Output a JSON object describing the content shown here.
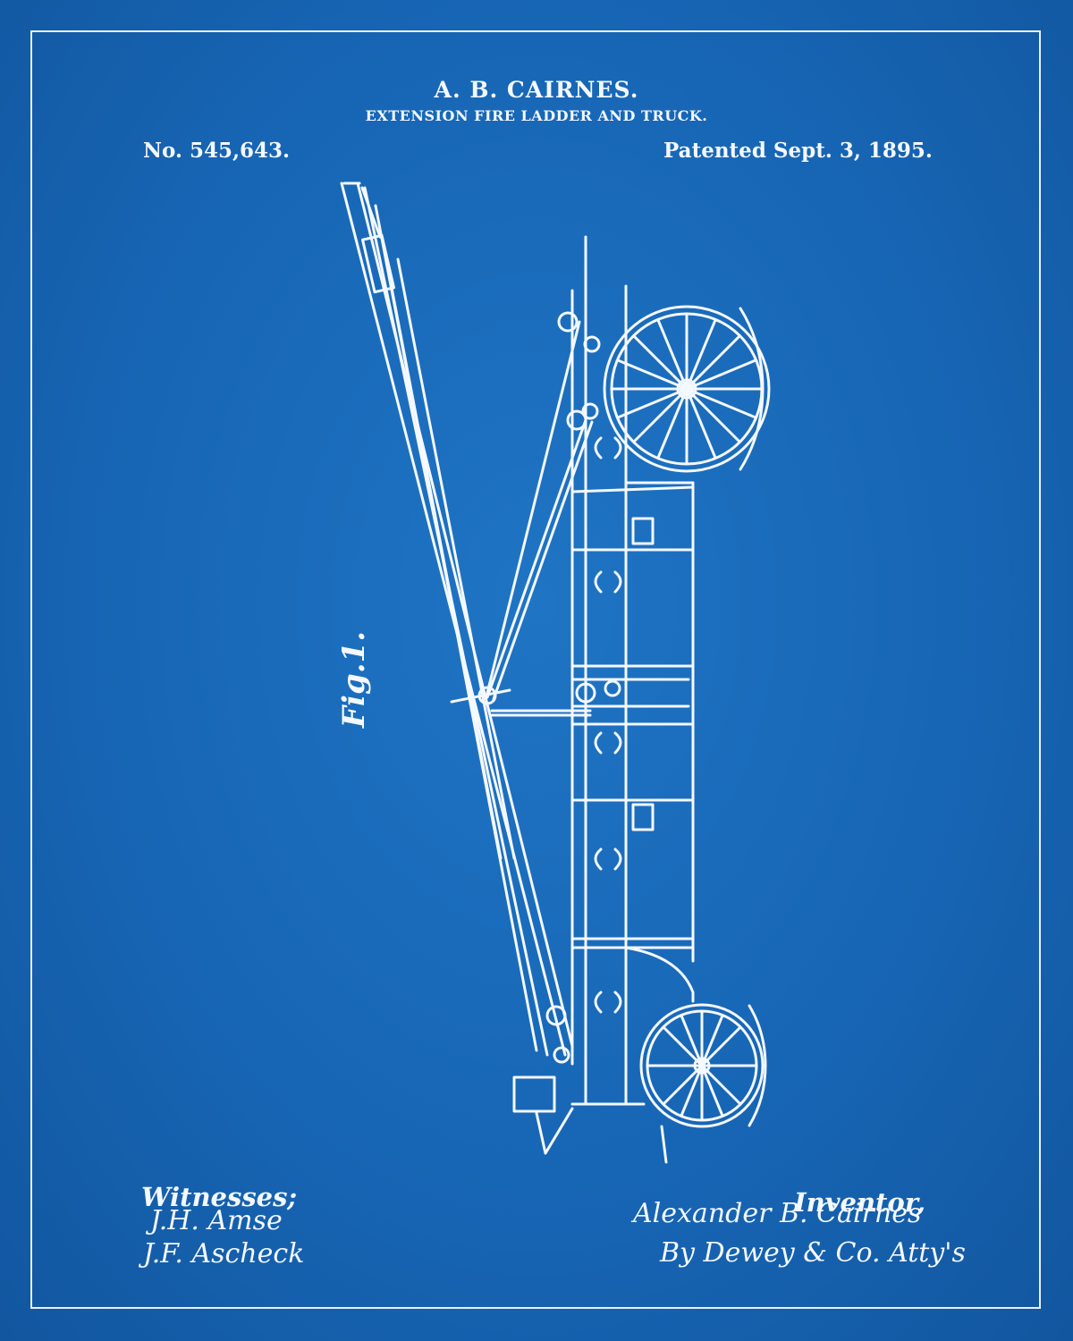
{
  "header": {
    "inventor_name": "A. B. CAIRNES.",
    "title": "EXTENSION FIRE LADDER AND TRUCK.",
    "patent_number": "No. 545,643.",
    "patent_date": "Patented Sept. 3, 1895."
  },
  "figure": {
    "label": "Fig.1."
  },
  "footer": {
    "witnesses_label": "Witnesses;",
    "witness_signatures": [
      "J.H. Amse",
      "J.F. Ascheck"
    ],
    "inventor_label": "Inventor,",
    "inventor_signatures": [
      "Alexander B. Cairnes",
      "By Dewey & Co. Atty's"
    ]
  },
  "colors": {
    "background": "#1766b5",
    "ink": "#f4f8ff"
  }
}
